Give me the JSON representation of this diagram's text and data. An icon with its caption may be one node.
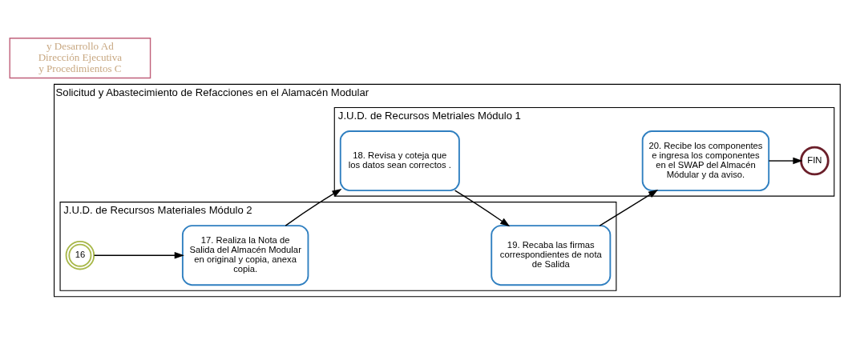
{
  "diagram": {
    "nodes": [
      {
        "text": [
          "Solicitud y Abastecimiento de Refacciones en el Alamacén Modular"
        ]
      },
      {
        "text": [
          "J.U.D. de Recursos Materiales Módulo 2"
        ],
        "in": 0
      },
      {
        "text": [
          "J.U.D. de Recursos Metriales Módulo 1"
        ],
        "in": 0
      },
      {
        "text": [
          "16"
        ],
        "in": 1
      },
      {
        "text": [
          "17. Realiza la Nota de Salida del Almacén Modular en original y copia, anexa copia."
        ],
        "in": 1
      },
      {
        "text": [
          "19. Recaba las firmas correspondientes de nota de Salida"
        ],
        "in": 1
      },
      {
        "text": [
          "18. Revisa y coteja que los datos sean correctos ."
        ],
        "in": 2
      },
      {
        "text": [
          "20. Recibe los componentes e ingresa los componentes en el SWAP del Almacén Módular y da aviso."
        ],
        "in": 2
      },
      {
        "text": [
          "FIN"
        ],
        "in": 2
      },
      {
        "text": [
          "y Desarrollo Ad",
          "Dirección Ejecutiva",
          "y Procedimientos C"
        ]
      }
    ],
    "edges": [
      {
        "from": 3,
        "to": 4,
        "arrow": "to"
      },
      {
        "from": 4,
        "to": 6,
        "arrow": "to"
      },
      {
        "from": 6,
        "to": 5,
        "arrow": "to"
      },
      {
        "from": 5,
        "to": 7,
        "arrow": "to"
      },
      {
        "from": 7,
        "to": 8,
        "arrow": "to"
      }
    ]
  }
}
